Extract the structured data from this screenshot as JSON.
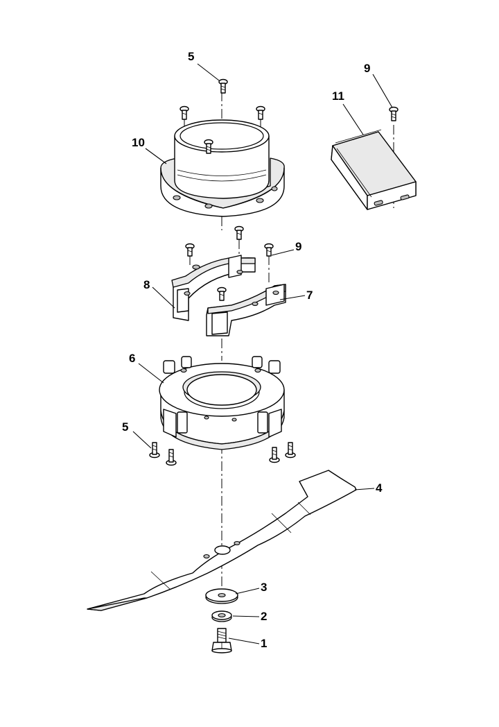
{
  "callouts": {
    "c1": "1",
    "c2": "2",
    "c3": "3",
    "c4": "4",
    "c5_top": "5",
    "c5_bottom": "5",
    "c6": "6",
    "c7": "7",
    "c8": "8",
    "c9_top": "9",
    "c9_mid": "9",
    "c10": "10",
    "c11": "11"
  }
}
